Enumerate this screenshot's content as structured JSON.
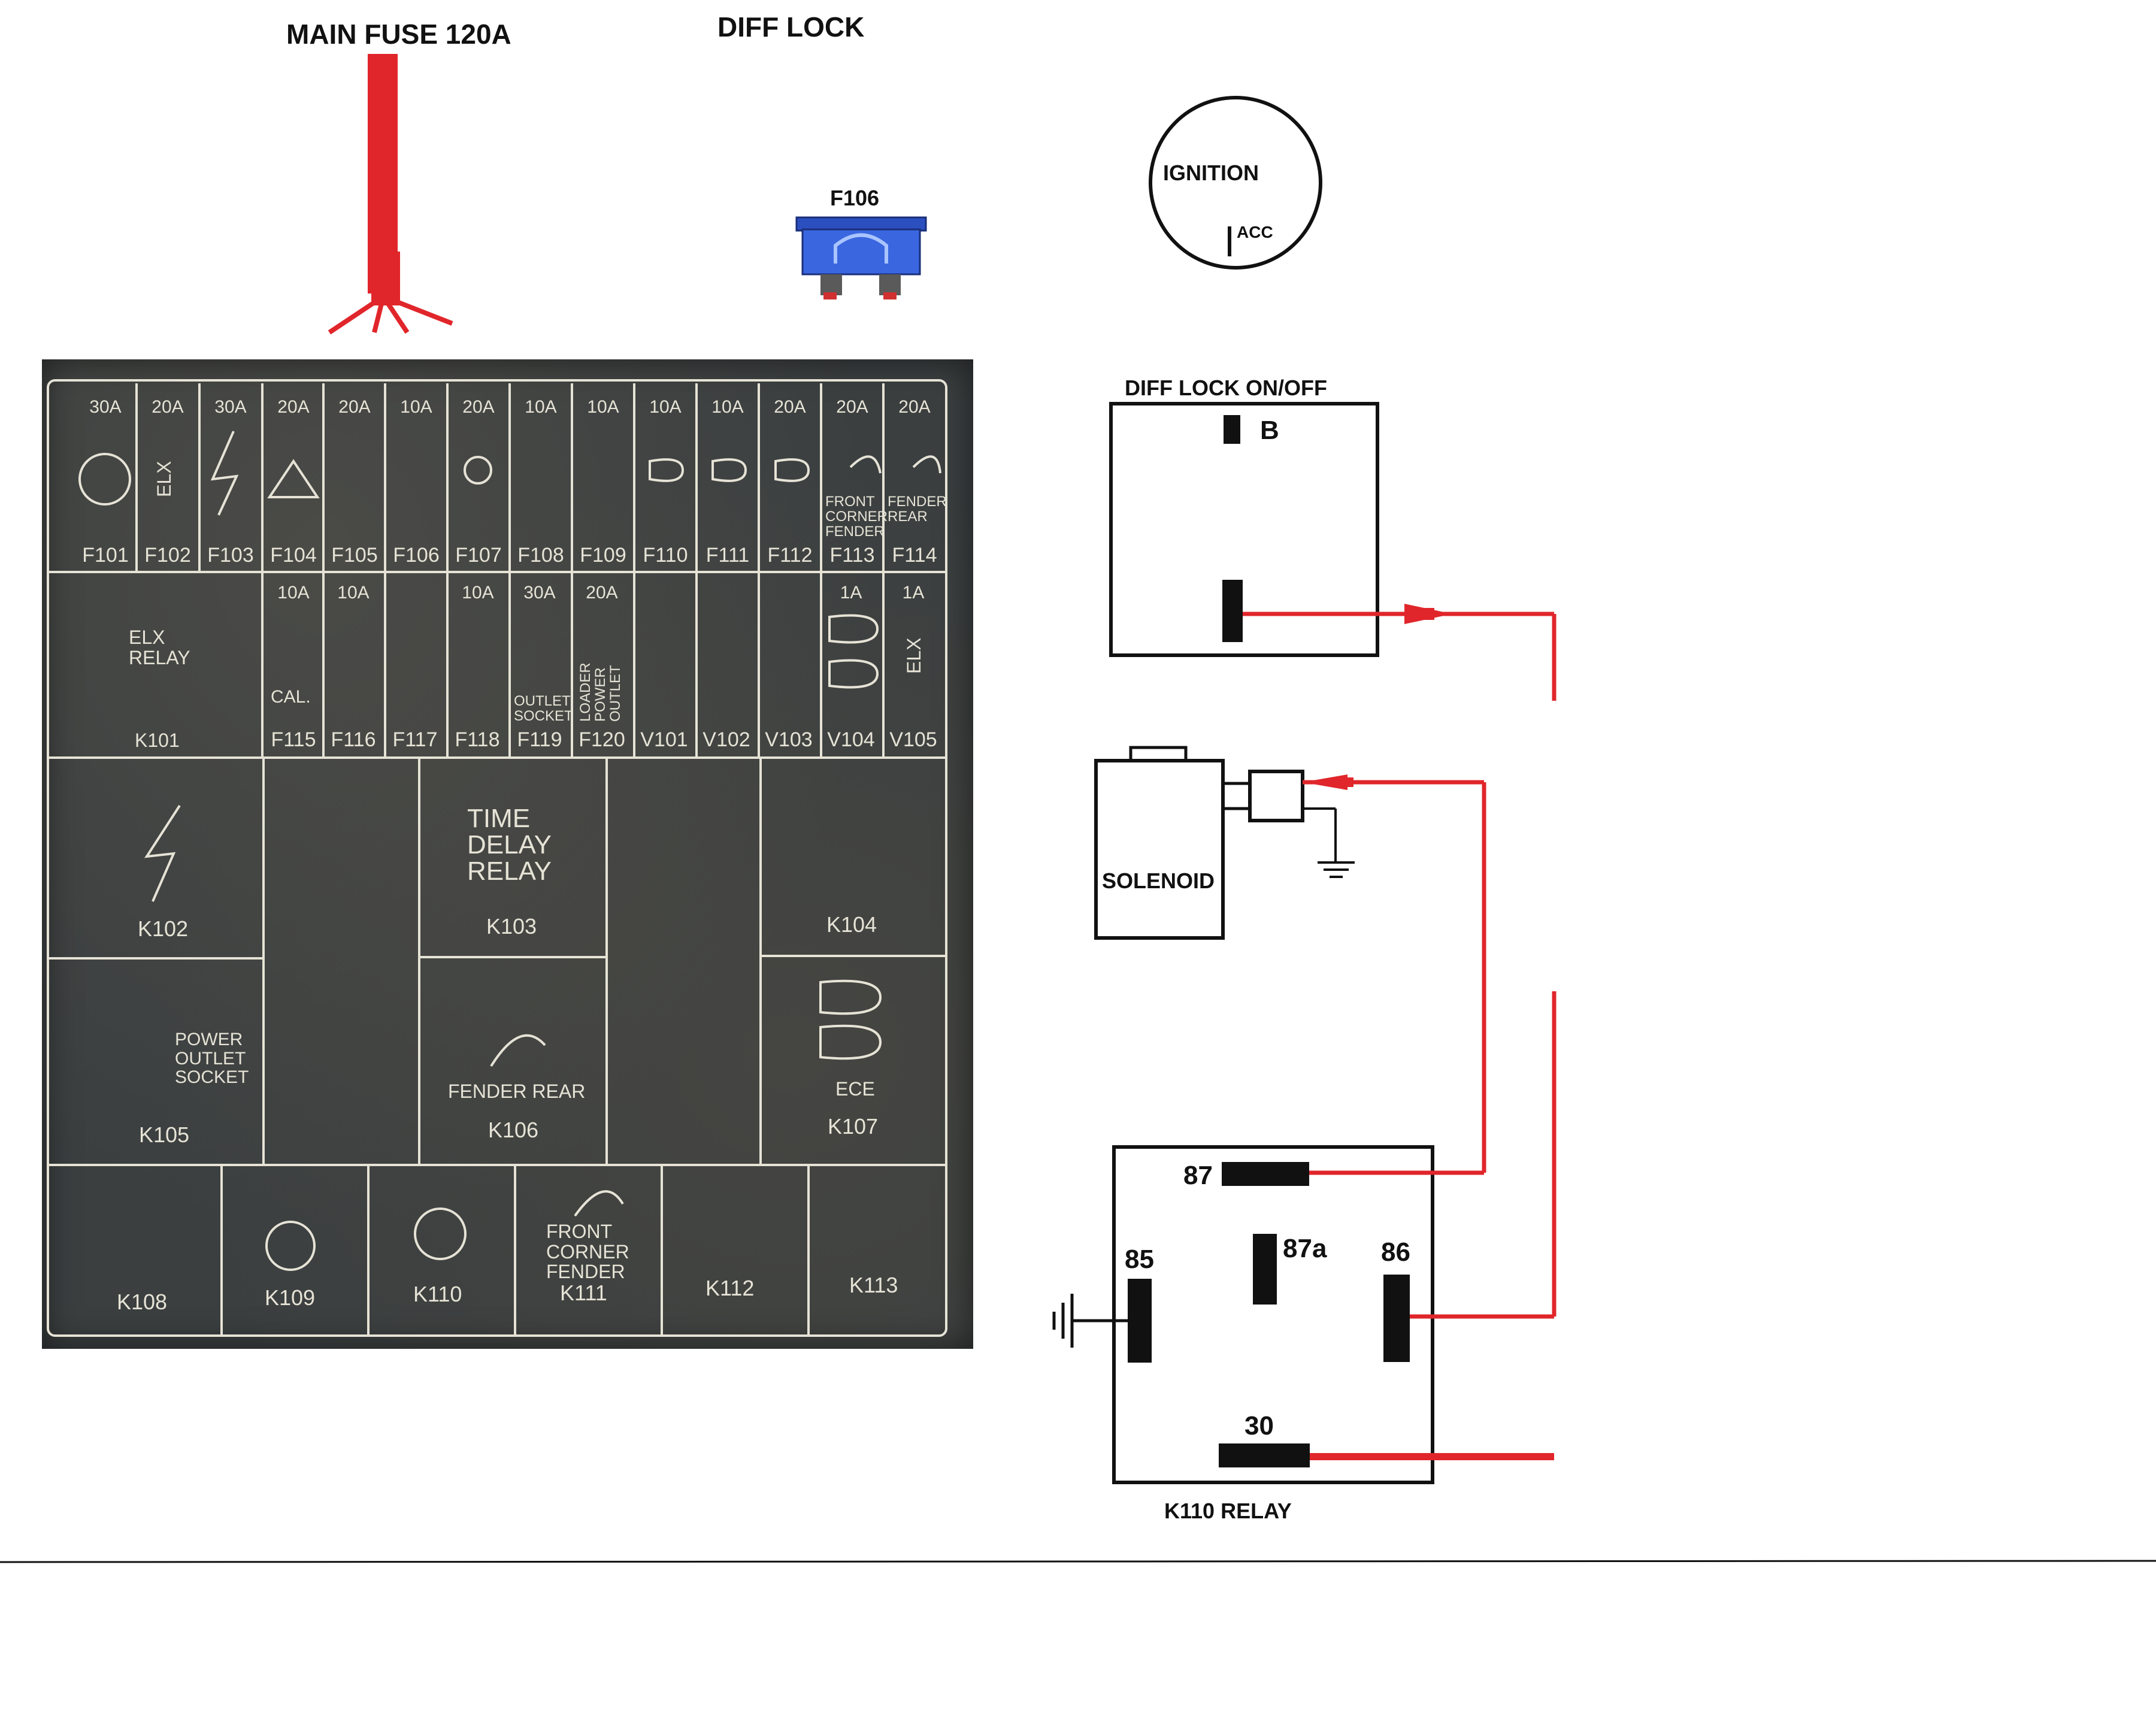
{
  "headers": {
    "main_fuse": "MAIN FUSE 120A",
    "diff_lock": "DIFF LOCK"
  },
  "fuse_f106": {
    "label": "F106"
  },
  "ignition": {
    "label": "IGNITION",
    "acc": "ACC"
  },
  "switch": {
    "title": "DIFF LOCK ON/OFF",
    "terminal_b": "B"
  },
  "solenoid": {
    "label": "SOLENOID"
  },
  "relay": {
    "title": "K110 RELAY",
    "pins": {
      "p87": "87",
      "p87a": "87a",
      "p85": "85",
      "p86": "86",
      "p30": "30"
    }
  },
  "panel": {
    "row1_ratings": [
      "30A",
      "20A",
      "30A",
      "20A",
      "20A",
      "10A",
      "20A",
      "10A",
      "10A",
      "10A",
      "10A",
      "20A",
      "20A",
      "20A"
    ],
    "row1_ids": [
      "F101",
      "F102",
      "F103",
      "F104",
      "F105",
      "F106",
      "F107",
      "F108",
      "F109",
      "F110",
      "F111",
      "F112",
      "F113",
      "F114"
    ],
    "row1_texts": {
      "elx": "ELX",
      "front_corner": "FRONT\nCORNER\nFENDER",
      "fender_rear": "FENDER\nREAR"
    },
    "row2_ratings": [
      "10A",
      "10A",
      "10A",
      "30A",
      "20A",
      "1A",
      "1A"
    ],
    "row2_ids": [
      "F115",
      "F116",
      "F117",
      "F118",
      "F119",
      "F120",
      "V101",
      "V102",
      "V103",
      "V104",
      "V105"
    ],
    "row2_texts": {
      "elx_relay": "ELX\nRELAY",
      "k101": "K101",
      "cal": "CAL.",
      "outlet_socket": "OUTLET\nSOCKET",
      "loader": "LOADER\nPOWER\nOUTLET",
      "elx": "ELX"
    },
    "mid": {
      "k102": "K102",
      "time_delay": "TIME\nDELAY\nRELAY",
      "k103": "K103",
      "k104": "K104",
      "power_outlet": "POWER\nOUTLET\nSOCKET",
      "k105": "K105",
      "fender_rear": "FENDER REAR",
      "k106": "K106",
      "ece": "ECE",
      "k107": "K107"
    },
    "bottom": {
      "k108": "K108",
      "k109": "K109",
      "k110": "K110",
      "front_corner": "FRONT\nCORNER\nFENDER",
      "k111": "K111",
      "k112": "K112",
      "k113": "K113"
    }
  },
  "colors": {
    "wire": "#e0262b",
    "ink": "#111111",
    "panel_line": "#e6e3d6",
    "fuse_blue": "#3a66e0"
  }
}
